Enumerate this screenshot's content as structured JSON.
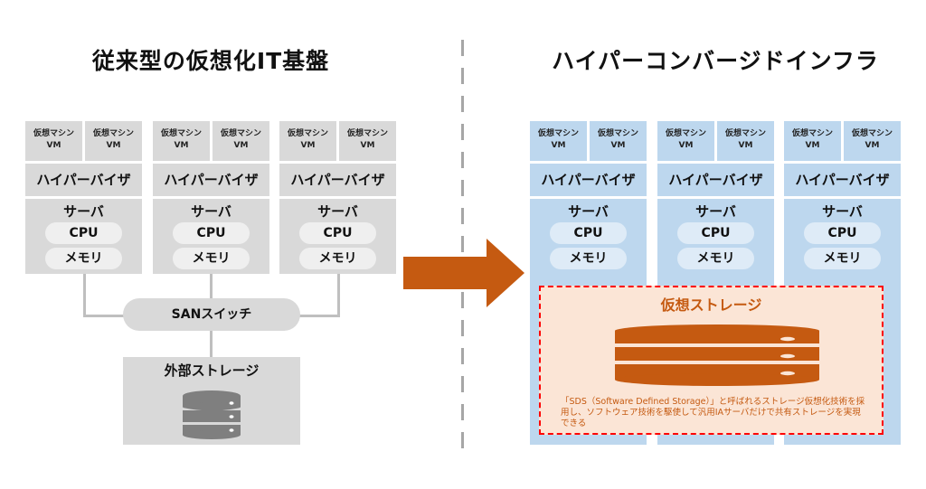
{
  "left": {
    "title": "従来型の仮想化IT基盤",
    "columns": [
      {
        "vms": [
          {
            "line1": "仮想マシン",
            "line2": "VM"
          },
          {
            "line1": "仮想マシン",
            "line2": "VM"
          }
        ],
        "hypervisor": "ハイパーバイザ",
        "server": "サーバ",
        "cpu": "CPU",
        "memory": "メモリ"
      },
      {
        "vms": [
          {
            "line1": "仮想マシン",
            "line2": "VM"
          },
          {
            "line1": "仮想マシン",
            "line2": "VM"
          }
        ],
        "hypervisor": "ハイパーバイザ",
        "server": "サーバ",
        "cpu": "CPU",
        "memory": "メモリ"
      },
      {
        "vms": [
          {
            "line1": "仮想マシン",
            "line2": "VM"
          },
          {
            "line1": "仮想マシン",
            "line2": "VM"
          }
        ],
        "hypervisor": "ハイパーバイザ",
        "server": "サーバ",
        "cpu": "CPU",
        "memory": "メモリ"
      }
    ],
    "san_switch": "SANスイッチ",
    "external_storage": "外部ストレージ",
    "storage_icon": "database-icon"
  },
  "right": {
    "title": "ハイパーコンバージドインフラ",
    "columns": [
      {
        "vms": [
          {
            "line1": "仮想マシン",
            "line2": "VM"
          },
          {
            "line1": "仮想マシン",
            "line2": "VM"
          }
        ],
        "hypervisor": "ハイパーバイザ",
        "server": "サーバ",
        "cpu": "CPU",
        "memory": "メモリ"
      },
      {
        "vms": [
          {
            "line1": "仮想マシン",
            "line2": "VM"
          },
          {
            "line1": "仮想マシン",
            "line2": "VM"
          }
        ],
        "hypervisor": "ハイパーバイザ",
        "server": "サーバ",
        "cpu": "CPU",
        "memory": "メモリ"
      },
      {
        "vms": [
          {
            "line1": "仮想マシン",
            "line2": "VM"
          },
          {
            "line1": "仮想マシン",
            "line2": "VM"
          }
        ],
        "hypervisor": "ハイパーバイザ",
        "server": "サーバ",
        "cpu": "CPU",
        "memory": "メモリ"
      }
    ],
    "virtual_storage": {
      "title": "仮想ストレージ",
      "icon": "database-icon",
      "description": "「SDS（Software Defined Storage）」と呼ばれるストレージ仮想化技術を採用し、ソフトウェア技術を駆使して汎用IAサーバだけで共有ストレージを実現できる"
    }
  },
  "transition_icon": "arrow-right-icon",
  "colors": {
    "legacy_fill": "#d9d9d9",
    "legacy_pill": "#efefef",
    "hci_fill": "#bdd7ee",
    "hci_pill": "#deebf7",
    "accent_orange": "#c55a11",
    "storage_bg": "#fbe5d6",
    "dash_red": "#ff0000",
    "icon_gray": "#7f7f7f"
  }
}
